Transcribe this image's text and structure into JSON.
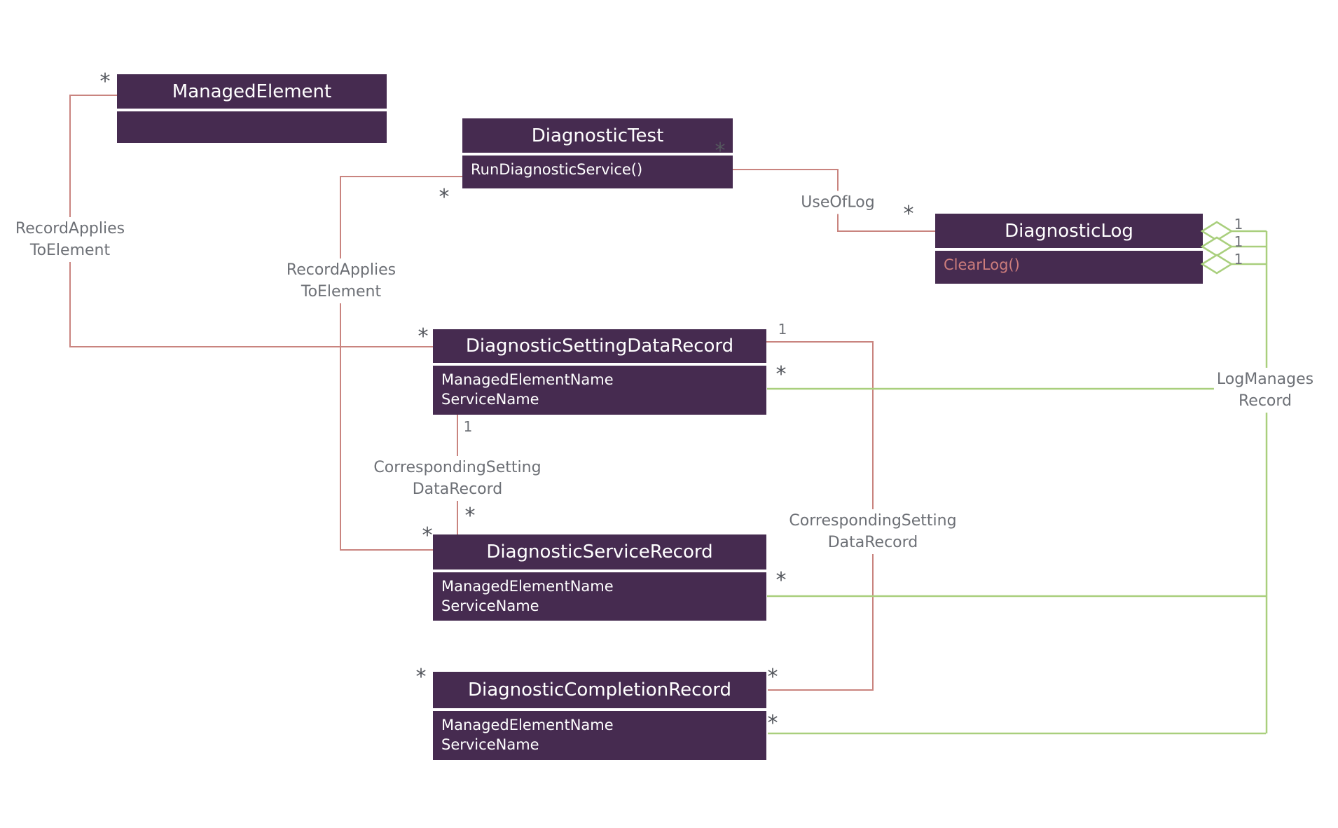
{
  "diagram_title": "Diagnostic UML class diagram",
  "colors": {
    "class_fill": "#462b50",
    "class_title_text": "#ffffff",
    "member_text": "#ffffff",
    "highlighted_method_text": "#cd7d7c",
    "association_line": "#c9847f",
    "aggregation_line": "#a9cf7d",
    "label_text": "#6d7076",
    "background": "#ffffff"
  },
  "classes": [
    {
      "name": "ManagedElement",
      "members": []
    },
    {
      "name": "DiagnosticTest",
      "members": [
        "RunDiagnosticService()"
      ]
    },
    {
      "name": "DiagnosticLog",
      "members": [
        "ClearLog()"
      ]
    },
    {
      "name": "DiagnosticSettingDataRecord",
      "members": [
        "ManagedElementName",
        "ServiceName"
      ]
    },
    {
      "name": "DiagnosticServiceRecord",
      "members": [
        "ManagedElementName",
        "ServiceName"
      ]
    },
    {
      "name": "DiagnosticCompletionRecord",
      "members": [
        "ManagedElementName",
        "ServiceName"
      ]
    }
  ],
  "labels": {
    "record_applies_left": {
      "line1": "RecordApplies",
      "line2": "ToElement"
    },
    "record_applies_mid": {
      "line1": "RecordApplies",
      "line2": "ToElement"
    },
    "use_of_log": "UseOfLog",
    "corresponding_mid": {
      "line1": "CorrespondingSetting",
      "line2": "DataRecord"
    },
    "corresponding_right": {
      "line1": "CorrespondingSetting",
      "line2": "DataRecord"
    },
    "log_manages": {
      "line1": "LogManages",
      "line2": "Record"
    }
  },
  "multiplicity": {
    "many": "*",
    "one": "1"
  }
}
